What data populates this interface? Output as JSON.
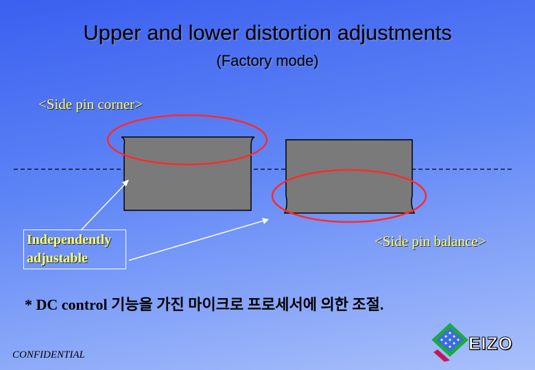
{
  "slide": {
    "title": "Upper and lower distortion adjustments",
    "subtitle": "(Factory mode)",
    "side_pin_corner_label": "<Side pin corner>",
    "side_pin_balance_label": "<Side pin balance>",
    "callout_text": "Independently adjustable",
    "footnote": "* DC control 기능을 가진 마이크로 프로세서에 의한 조절.",
    "confidential": "CONFIDENTIAL",
    "logo_text": "EIZO"
  },
  "colors": {
    "highlight_ellipse": "#ff2a2a",
    "label_yellow": "#ffff66",
    "shape_fill": "#777777"
  },
  "icons": {
    "logo_mark": "eizo-cube-logo-icon",
    "arrow": "arrow-icon"
  }
}
